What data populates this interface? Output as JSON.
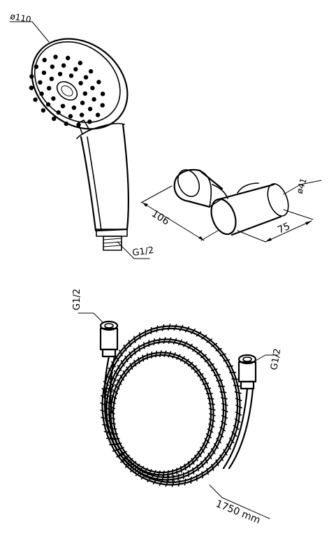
{
  "labels": {
    "head_diameter": "ø110",
    "handle_thread": "G1/2",
    "holder_length": "106",
    "holder_width": "75",
    "holder_diameter": "ø41",
    "hose_thread_left": "G1/2",
    "hose_thread_right": "G1/2",
    "hose_length": "1750 mm"
  },
  "colors": {
    "stroke": "#000000",
    "background": "#ffffff"
  }
}
